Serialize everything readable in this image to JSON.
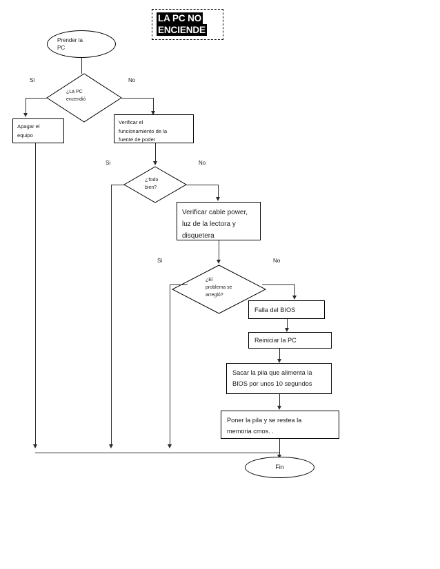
{
  "document": {
    "title_line1": "LA PC NO",
    "title_line2": "ENCIENDE"
  },
  "chart_data": {
    "type": "diagram",
    "diagram_kind": "flowchart",
    "title": "LA PC NO ENCIENDE",
    "nodes": [
      {
        "id": "start",
        "shape": "oval",
        "text": "Prender  la PC"
      },
      {
        "id": "d1",
        "shape": "diamond",
        "text": "¿La PC encendió"
      },
      {
        "id": "p1",
        "shape": "rect",
        "text": "Apagar el equipo"
      },
      {
        "id": "p2",
        "shape": "rect",
        "text": "Verificar el funcionamiento de la fuente de poder"
      },
      {
        "id": "d2",
        "shape": "diamond",
        "text": "¿Todo bien?"
      },
      {
        "id": "p3",
        "shape": "rect",
        "text": "Verificar  cable power, luz de la lectora y disquetera"
      },
      {
        "id": "d3",
        "shape": "diamond",
        "text": "¿El problema se arregló?"
      },
      {
        "id": "p4",
        "shape": "rect",
        "text": "Falla del BIOS"
      },
      {
        "id": "p5",
        "shape": "rect",
        "text": "Reiniciar la PC"
      },
      {
        "id": "p6",
        "shape": "rect",
        "text": "Sacar la pila que alimenta la BIOS por unos 10 segundos"
      },
      {
        "id": "p7",
        "shape": "rect",
        "text": "Poner la pila  y se restea la memoria cmos. ."
      },
      {
        "id": "end",
        "shape": "oval",
        "text": "Fin"
      }
    ],
    "edges": [
      {
        "from": "start",
        "to": "d1",
        "label": ""
      },
      {
        "from": "d1",
        "to": "p1",
        "label": "Si"
      },
      {
        "from": "d1",
        "to": "p2",
        "label": "No"
      },
      {
        "from": "p2",
        "to": "d2",
        "label": ""
      },
      {
        "from": "d2",
        "to": "end",
        "label": "Si"
      },
      {
        "from": "d2",
        "to": "p3",
        "label": "No"
      },
      {
        "from": "p3",
        "to": "d3",
        "label": ""
      },
      {
        "from": "d3",
        "to": "end",
        "label": "Si"
      },
      {
        "from": "d3",
        "to": "p4",
        "label": "No"
      },
      {
        "from": "p4",
        "to": "p5",
        "label": ""
      },
      {
        "from": "p5",
        "to": "p6",
        "label": ""
      },
      {
        "from": "p6",
        "to": "p7",
        "label": ""
      },
      {
        "from": "p7",
        "to": "end",
        "label": ""
      },
      {
        "from": "p1",
        "to": "end",
        "label": ""
      }
    ]
  },
  "nodes": {
    "start": {
      "line1": "Prender  la",
      "line2": "PC"
    },
    "decision1": {
      "line1": "¿La PC",
      "line2": "encendió"
    },
    "process_apagar": {
      "line1": "Apagar el",
      "line2": "equipo"
    },
    "process_verificar_fuente": {
      "line1": "Verificar el",
      "line2": "funcionamiento de la",
      "line3": "fuente de poder"
    },
    "decision2": {
      "line1": "¿Todo",
      "line2": "bien?"
    },
    "process_verificar_cable": {
      "line1": "Verificar  cable power,",
      "line2": "luz de la lectora y",
      "line3": "disquetera"
    },
    "decision3": {
      "line1": "¿El",
      "line2": "problema se",
      "line3": "arregló?"
    },
    "process_falla_bios": {
      "line1": "Falla del BIOS"
    },
    "process_reiniciar": {
      "line1": "Reiniciar la PC"
    },
    "process_sacar_pila": {
      "line1": "Sacar la pila que alimenta la",
      "line2": "BIOS por unos 10 segundos"
    },
    "process_poner_pila": {
      "line1": "Poner la pila  y se restea la",
      "line2": "memoria cmos. ."
    },
    "end": {
      "line1": "Fin"
    }
  },
  "branch_labels": {
    "d1_yes": "Si",
    "d1_no": "No",
    "d2_yes": "Si",
    "d2_no": "No",
    "d3_yes": "Si",
    "d3_no": "No"
  },
  "colors": {
    "stroke": "#000000",
    "connector": "#2b2b2b",
    "highlight_bg": "#000000",
    "highlight_text": "#ffffff",
    "background": "#ffffff"
  }
}
